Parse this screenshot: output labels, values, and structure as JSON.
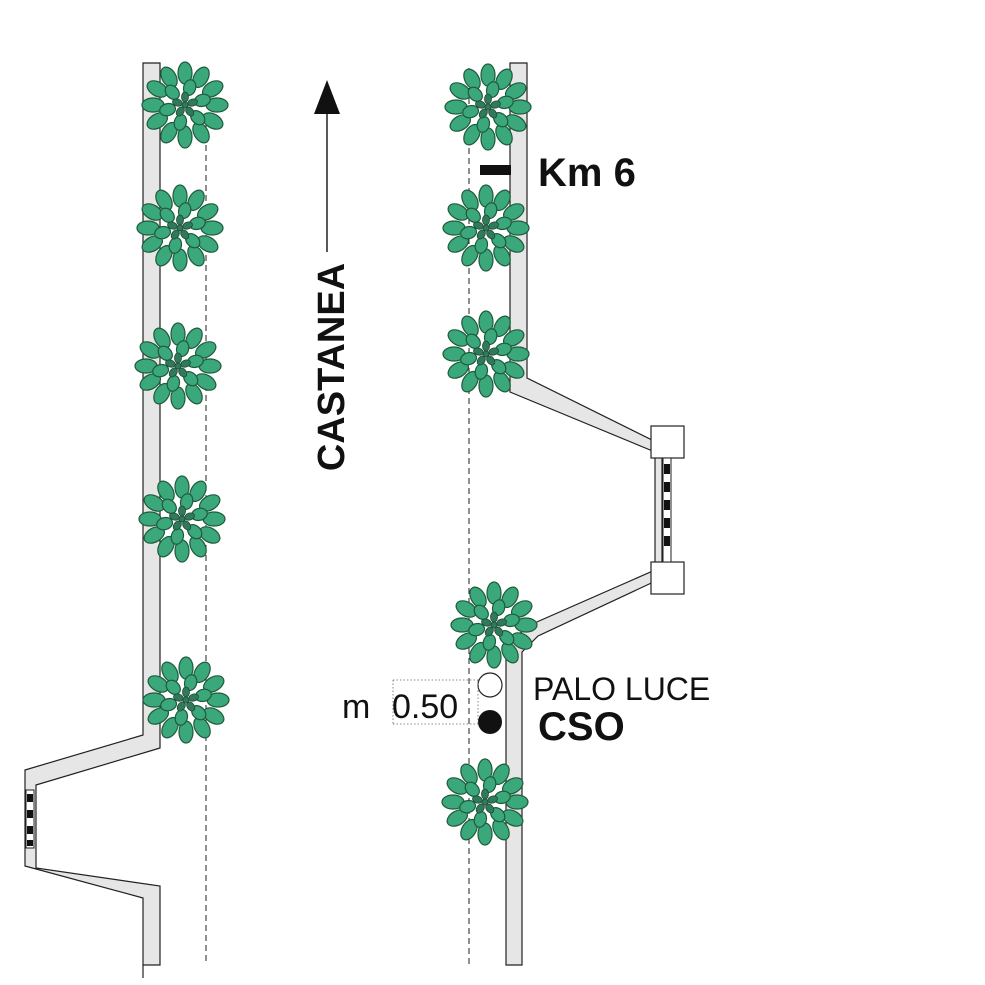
{
  "direction_label": "CASTANEA",
  "km_marker": "Km 6",
  "pole_label": "PALO LUCE",
  "cso_label": "CSO",
  "distance_prefix": "m",
  "distance_value": "0.50",
  "colors": {
    "tree_leaf": "#3aa87a",
    "tree_outline": "#1f5a3c",
    "sidewalk_fill": "#e6e6e6",
    "line": "#222222"
  },
  "icons": {
    "tree": "tree-icon",
    "pole": "light-pole-icon",
    "cso": "cso-point-icon",
    "arrow": "north-arrow-icon",
    "crosswalk": "crosswalk-icon"
  }
}
